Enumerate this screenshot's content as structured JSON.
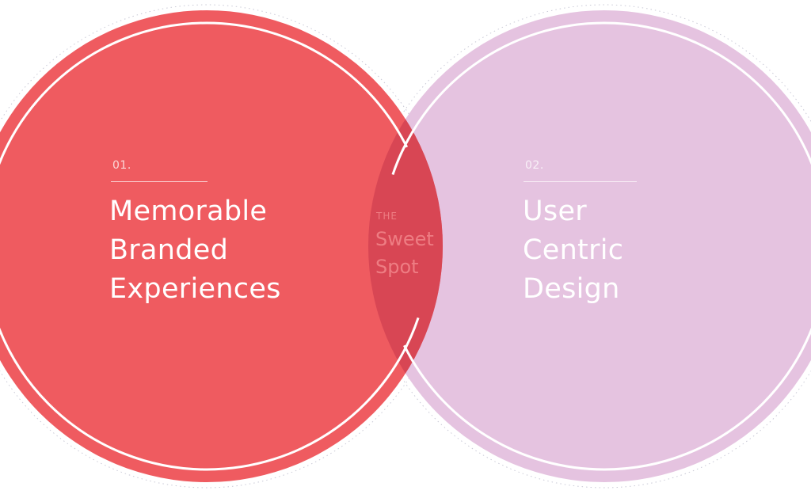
{
  "diagram": {
    "colors": {
      "left_circle": "#ef5b60",
      "right_circle": "#e5c3e0",
      "overlap": "#d84654",
      "outline": "#ffffff",
      "dotted_halo": "#c9c9d6",
      "center_text": "#ee7d83"
    },
    "left": {
      "number": "01.",
      "lines": [
        "Memorable",
        "Branded",
        "Experiences"
      ]
    },
    "right": {
      "number": "02.",
      "lines": [
        "User",
        "Centric",
        "Design"
      ]
    },
    "overlap": {
      "kicker": "THE",
      "lines": [
        "Sweet",
        "Spot"
      ]
    }
  }
}
